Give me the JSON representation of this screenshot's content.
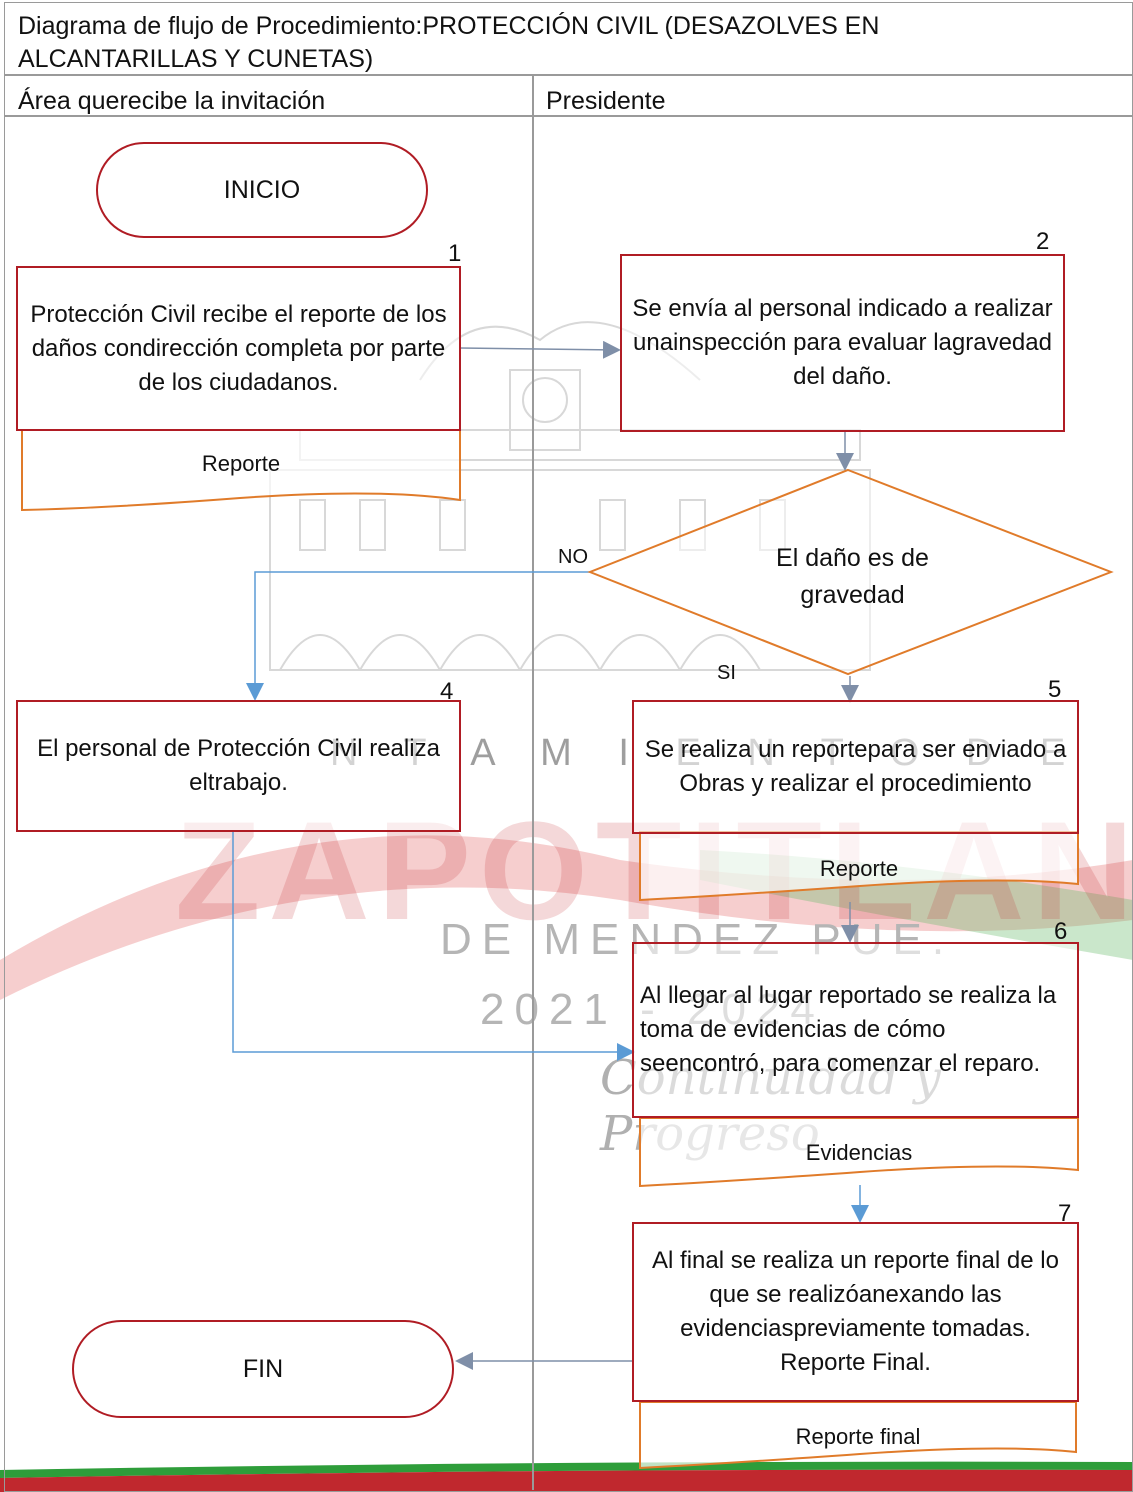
{
  "title": "Diagrama de flujo de Procedimiento:PROTECCIÓN CIVIL (DESAZOLVES EN ALCANTARILLAS Y CUNETAS)",
  "lanes": [
    "Área querecibe la invitación",
    "Presidente"
  ],
  "watermark": {
    "letters": "N T A M I E N T O D E",
    "big": "ZAPOTITLAN",
    "sub": "DE MENDEZ PUE.",
    "years": "2021 - 2024",
    "motto": "Continuidad y Progreso"
  },
  "nodes": {
    "inicio": "INICIO",
    "fin": "FIN",
    "step1": {
      "num": "1",
      "text": "Protección Civil recibe el reporte de los daños condirección completa por parte de los ciudadanos.",
      "doc": "Reporte"
    },
    "step2": {
      "num": "2",
      "text": "Se envía al personal indicado a realizar unainspección para evaluar lagravedad del daño."
    },
    "decision": "El daño es de gravedad",
    "step4": {
      "num": "4",
      "text": "El personal de Protección Civil realiza eltrabajo."
    },
    "step5": {
      "num": "5",
      "text": "Se realiza un reportepara ser enviado a Obras y realizar el procedimiento",
      "doc": "Reporte"
    },
    "step6": {
      "num": "6",
      "text": "Al llegar al lugar reportado se realiza la toma de evidencias de cómo seencontró, para comenzar el reparo.",
      "doc": "Evidencias"
    },
    "step7": {
      "num": "7",
      "text": "Al final se realiza un reporte final de lo que se realizóanexando las evidenciaspreviamente tomadas. Reporte Final.",
      "doc": "Reporte final"
    }
  },
  "edges": {
    "no": "NO",
    "si": "SI"
  },
  "colors": {
    "process_border": "#b01c24",
    "decision_border": "#e07b2a",
    "document_border": "#e07b2a",
    "connector": "#5b9bd5",
    "connector_gray": "#7f8fa8",
    "brand_green": "#2e9d3a",
    "brand_red": "#c0282e"
  }
}
